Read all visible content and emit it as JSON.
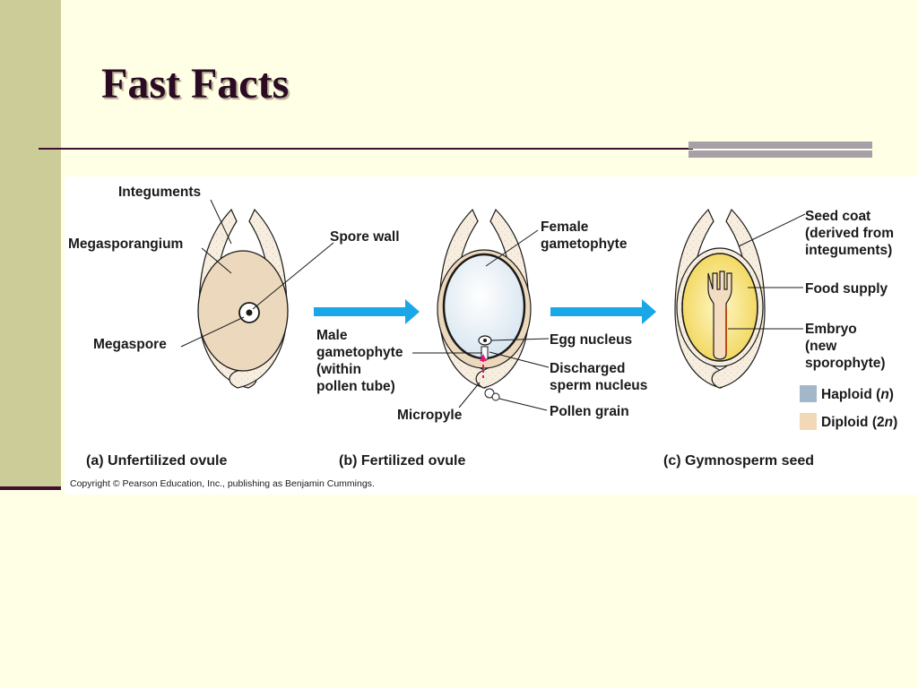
{
  "slide": {
    "title": "Fast Facts"
  },
  "figure": {
    "panels": {
      "a": {
        "caption_letter": "(a)",
        "caption": "Unfertilized ovule",
        "labels": {
          "integuments": "Integuments",
          "megasporangium": "Megasporangium",
          "megaspore": "Megaspore",
          "spore_wall": "Spore wall"
        }
      },
      "b": {
        "caption_letter": "(b)",
        "caption": "Fertilized ovule",
        "labels": {
          "female_gametophyte_1": "Female",
          "female_gametophyte_2": "gametophyte",
          "male_gametophyte_1": "Male",
          "male_gametophyte_2": "gametophyte",
          "male_gametophyte_3": "(within",
          "male_gametophyte_4": "pollen tube)",
          "egg_nucleus": "Egg nucleus",
          "discharged_1": "Discharged",
          "discharged_2": "sperm nucleus",
          "micropyle": "Micropyle",
          "pollen_grain": "Pollen grain"
        }
      },
      "c": {
        "caption_letter": "(c)",
        "caption": "Gymnosperm seed",
        "labels": {
          "seed_coat_1": "Seed coat",
          "seed_coat_2": "(derived from",
          "seed_coat_3": "integuments)",
          "food_supply": "Food supply",
          "embryo_1": "Embryo",
          "embryo_2": "(new",
          "embryo_3": "sporophyte)"
        }
      }
    },
    "legend": {
      "haploid_prefix": "Haploid (",
      "haploid_n": "n",
      "haploid_suffix": ")",
      "diploid_prefix": "Diploid (2",
      "diploid_n": "n",
      "diploid_suffix": ")",
      "haploid_color": "#A3B7C8",
      "diploid_color": "#F2D8B4"
    },
    "copyright": "Copyright © Pearson Education, Inc., publishing as Benjamin Cummings."
  },
  "colors": {
    "background": "#FFFFE5",
    "sidebar": "#CCCC99",
    "title": "#2B0A24",
    "rule": "#3F0F2F",
    "arrow": "#1AA7E8",
    "integument": "#F7EEDF",
    "megasporangium": "#ECD9BD",
    "gametophyte": "#E8F0F6",
    "food_supply": "#F6E27A",
    "embryo": "#F4DCC0",
    "pollen_path": "#E4187A"
  }
}
